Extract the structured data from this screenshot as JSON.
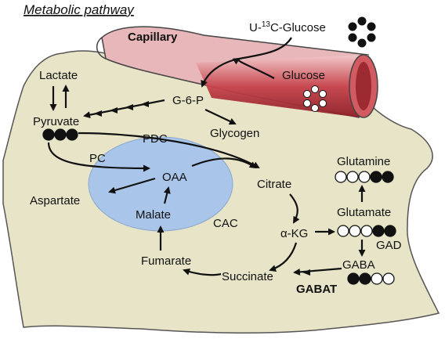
{
  "title": "Metabolic pathway",
  "capillary": {
    "label": "Capillary",
    "glucose_label": "Glucose",
    "tracer_prefix": "U-",
    "tracer_superscript": "13",
    "tracer_suffix": "C-Glucose"
  },
  "metabolites": {
    "g6p": "G-6-P",
    "glycogen": "Glycogen",
    "lactate": "Lactate",
    "pyruvate": "Pyruvate",
    "oaa": "OAA",
    "aspartate": "Aspartate",
    "malate": "Malate",
    "fumarate": "Fumarate",
    "succinate": "Succinate",
    "citrate": "Citrate",
    "akg": "α-KG",
    "glutamine": "Glutamine",
    "glutamate": "Glutamate",
    "gaba": "GABA"
  },
  "enzymes": {
    "pdc": "PDC",
    "pc": "PC",
    "cac": "CAC",
    "gad": "GAD",
    "gabat": "GABAT"
  },
  "label_patterns": {
    "pyruvate": [
      1,
      1,
      1
    ],
    "glutamine": [
      0,
      0,
      0,
      1,
      1
    ],
    "glutamate": [
      0,
      0,
      0,
      1,
      1
    ],
    "gaba": [
      1,
      1,
      0,
      0
    ]
  },
  "colors": {
    "cell": "#e7e4c8",
    "cell_stroke": "#555",
    "cac": "#a9c6ea",
    "capillary": "#c43d46",
    "capillary_light": "#e8b7b9"
  }
}
